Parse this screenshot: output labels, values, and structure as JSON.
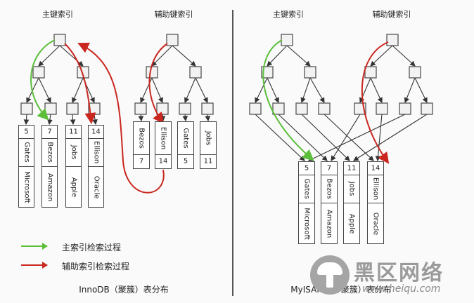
{
  "left_panel": {
    "primary_title": "主键索引",
    "secondary_title": "辅助键索引",
    "primary_rows": [
      {
        "id": "5",
        "name": "Gates",
        "company": "Microsoft"
      },
      {
        "id": "7",
        "name": "Bezos",
        "company": "Amazon"
      },
      {
        "id": "11",
        "name": "Jobs",
        "company": "Apple"
      },
      {
        "id": "14",
        "name": "Ellison",
        "company": "Oracle"
      }
    ],
    "secondary_entries": [
      {
        "name": "Bezos",
        "id": "7"
      },
      {
        "name": "Ellison",
        "id": "14"
      },
      {
        "name": "Gates",
        "id": "5"
      },
      {
        "name": "Jobs",
        "id": "11"
      }
    ],
    "caption": "InnoDB（聚簇）表分布"
  },
  "right_panel": {
    "primary_title": "主键索引",
    "secondary_title": "辅助键索引",
    "rows": [
      {
        "id": "5",
        "name": "Gates",
        "company": "Microsoft"
      },
      {
        "id": "7",
        "name": "Bezos",
        "company": "Amazon"
      },
      {
        "id": "11",
        "name": "Jobs",
        "company": "Apple"
      },
      {
        "id": "14",
        "name": "Ellison",
        "company": "Oracle"
      }
    ],
    "caption": "MyISAM（非聚簇）表分布"
  },
  "legend": {
    "green_label": "主索引检索过程",
    "red_label": "辅助索引检索过程",
    "green_color": "#5cbf3a",
    "red_color": "#c9271f"
  },
  "watermark": {
    "title": "黑区网络",
    "url": "www.heiqu.com"
  }
}
